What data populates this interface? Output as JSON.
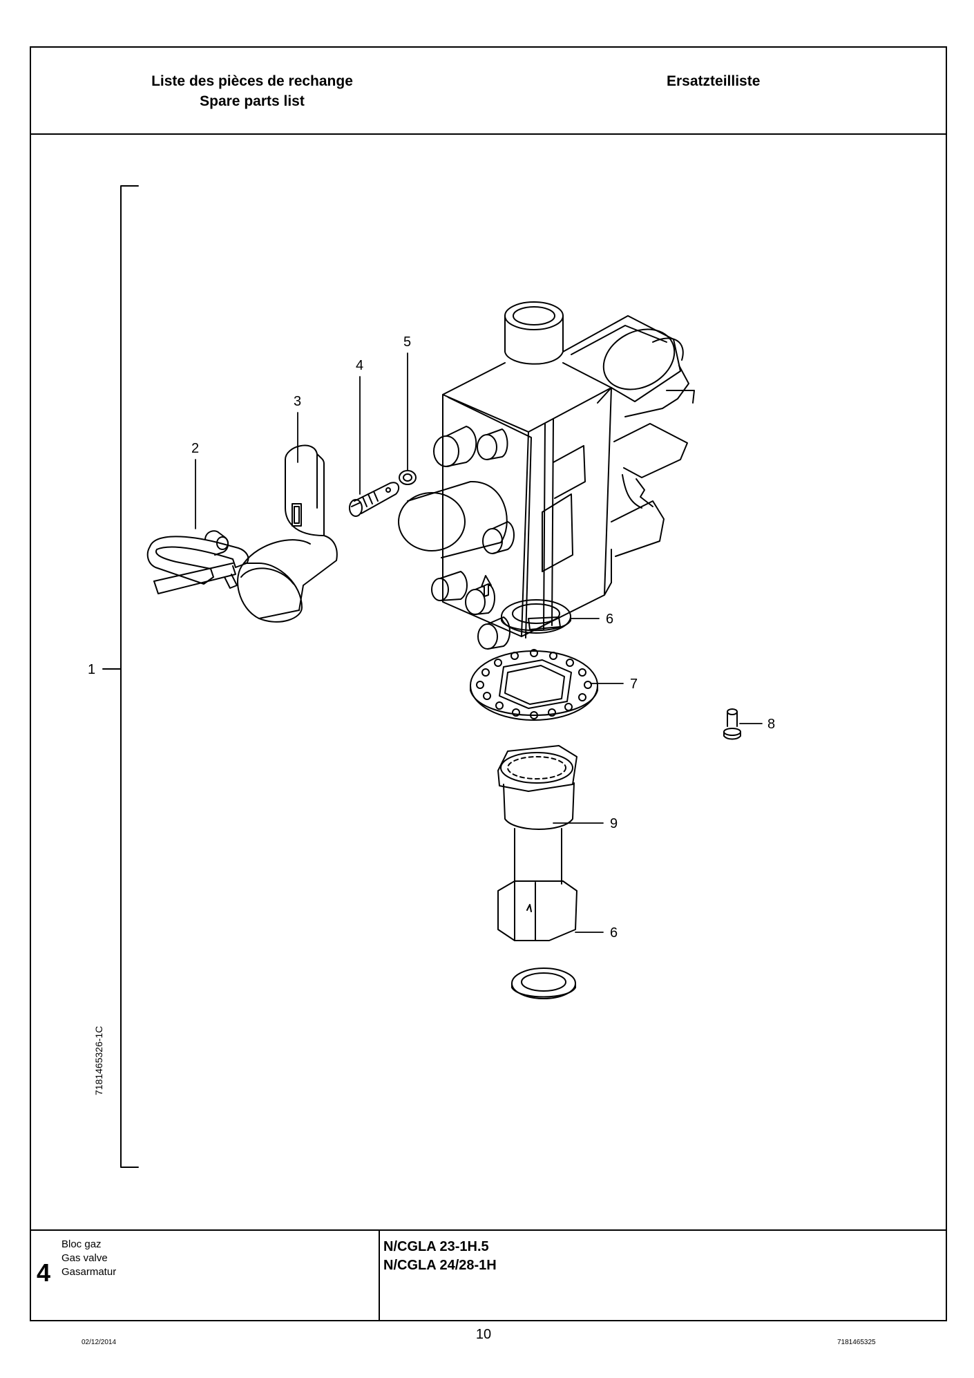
{
  "header": {
    "title_fr": "Liste des pièces de rechange",
    "title_en": "Spare parts list",
    "title_de": "Ersatzteilliste"
  },
  "drawing": {
    "document_number": "7181465326-1C",
    "callouts": [
      "1",
      "2",
      "3",
      "4",
      "5",
      "6",
      "7",
      "8",
      "9",
      "6"
    ]
  },
  "footer": {
    "group_number": "4",
    "description_fr": "Bloc gaz",
    "description_en": "Gas valve",
    "description_de": "Gasarmatur",
    "models": [
      "N/CGLA 23-1H.5",
      "N/CGLA 24/28-1H"
    ]
  },
  "page": {
    "number": "10",
    "date": "02/12/2014",
    "reference": "7181465325"
  }
}
